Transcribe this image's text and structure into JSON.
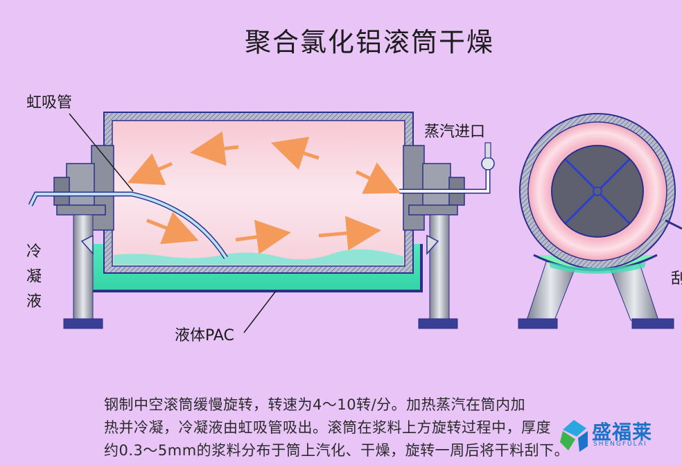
{
  "title": "聚合氯化铝滚筒干燥",
  "labels": {
    "siphon": "虹吸管",
    "steam_inlet": "蒸汽进口",
    "condensate": [
      "冷",
      "凝",
      "液"
    ],
    "liquid_pac": "液体PAC",
    "right_partial": "刮"
  },
  "description": [
    "钢制中空滚筒缓慢旋转，转速为4～10转/分。加热蒸汽在筒内加",
    "热并冷凝，冷凝液由虹吸管吸出。滚筒在浆料上方旋转过程中，厚度",
    "约0.3～5mm的浆料分布于筒上汽化、干燥，旋转一周后将干料刮下。"
  ],
  "logo": {
    "name": "盛福莱",
    "sub": "SHENGFULAI"
  },
  "colors": {
    "background": "#E8C4F7",
    "drum_interior": "#F8D2D8",
    "liquid": "#3FE0B4",
    "steel": "#A9ADB8",
    "arrow": "#F49A5A",
    "siphon": "#3A8FD6",
    "frame": "#2B2F8A",
    "logo_blue": "#1e73c8"
  }
}
